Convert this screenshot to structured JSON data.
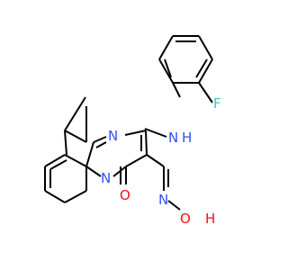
{
  "molecule": {
    "atoms": {
      "fluorine": {
        "label": "F",
        "color": "#33CCCC"
      },
      "amine_n": {
        "label": "N",
        "h_label": "H",
        "color": "#3050F8"
      },
      "ring_n_top": {
        "label": "N",
        "color": "#3050F8"
      },
      "ring_n_bridge": {
        "label": "N",
        "color": "#3050F8"
      },
      "oxime_n": {
        "label": "N",
        "color": "#3050F8"
      },
      "carbonyl_o": {
        "label": "O",
        "color": "#FF0D0D"
      },
      "hydroxyl_o": {
        "label": "O",
        "color": "#FF0D0D"
      },
      "hydroxyl_h": {
        "label": "H",
        "color": "#FF0D0D"
      }
    }
  }
}
